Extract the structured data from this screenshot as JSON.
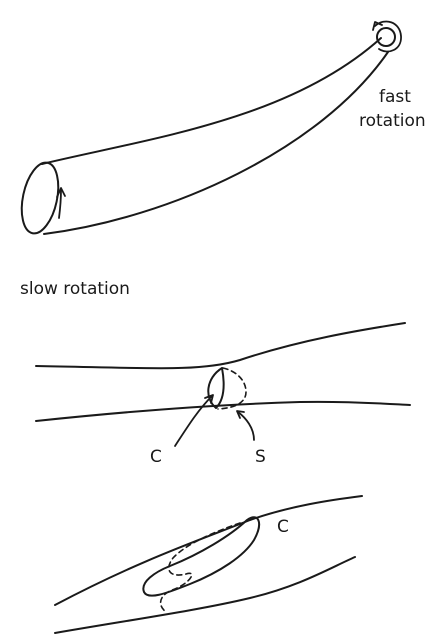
{
  "labels": {
    "fast_line1": "fast",
    "fast_line2": "rotation",
    "slow": "slow rotation",
    "c_middle": "C",
    "s_middle": "S",
    "c_bottom": "C"
  }
}
